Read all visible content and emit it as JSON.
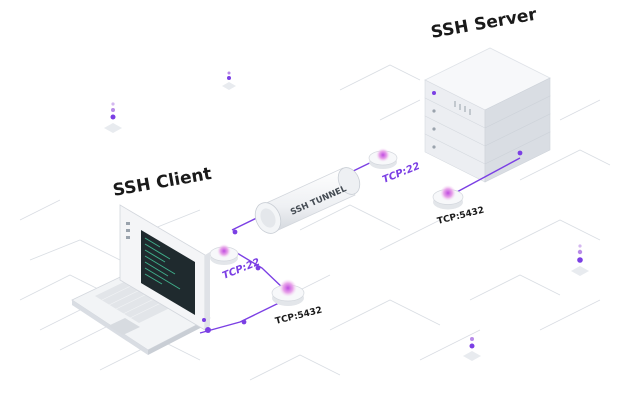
{
  "labels": {
    "server_title": "SSH Server",
    "client_title": "SSH Client",
    "tunnel_label": "SSH TUNNEL",
    "server_port_22": "TCP:22",
    "server_port_5432": "TCP:5432",
    "client_port_22": "TCP:22",
    "client_port_5432": "TCP:5432"
  },
  "colors": {
    "accent": "#7b3fe4",
    "accent_glow": "#e6a3e8",
    "line": "#d9dde3",
    "device_light": "#f4f5f7",
    "device_mid": "#e3e6ea",
    "device_dark": "#c9ced5",
    "screen": "#1f2a2e",
    "screen_text": "#3fae8a",
    "label_dark": "#1a1a1a"
  },
  "icons": {
    "server": "server-rack-icon",
    "laptop": "laptop-icon",
    "tunnel": "tunnel-cylinder-icon",
    "port": "port-node-icon"
  }
}
